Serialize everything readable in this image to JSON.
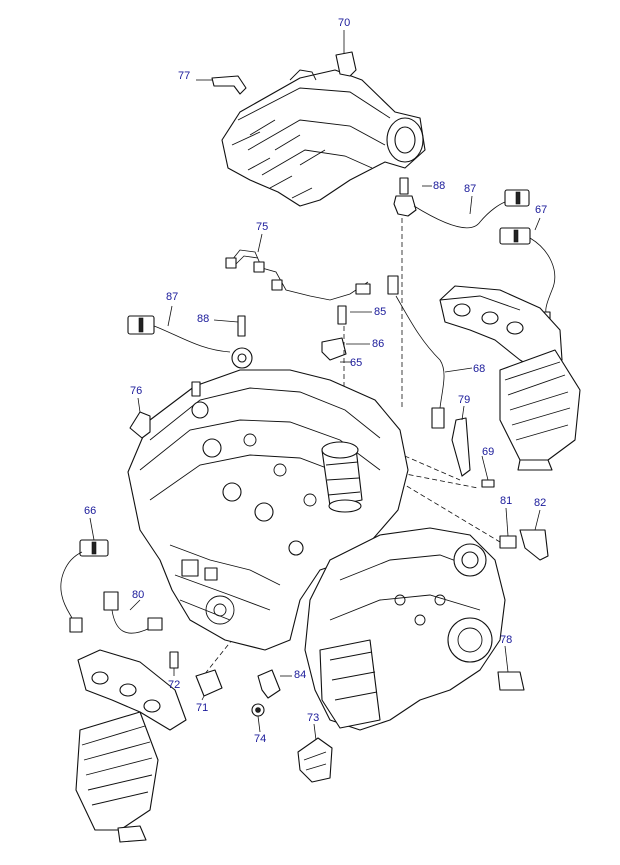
{
  "callouts": [
    {
      "id": "c70",
      "label": "70"
    },
    {
      "id": "c77",
      "label": "77"
    },
    {
      "id": "c88a",
      "label": "88"
    },
    {
      "id": "c87a",
      "label": "87"
    },
    {
      "id": "c67",
      "label": "67"
    },
    {
      "id": "c75",
      "label": "75"
    },
    {
      "id": "c87b",
      "label": "87"
    },
    {
      "id": "c88b",
      "label": "88"
    },
    {
      "id": "c85",
      "label": "85"
    },
    {
      "id": "c86",
      "label": "86"
    },
    {
      "id": "c65",
      "label": "65"
    },
    {
      "id": "c68",
      "label": "68"
    },
    {
      "id": "c76",
      "label": "76"
    },
    {
      "id": "c79",
      "label": "79"
    },
    {
      "id": "c69",
      "label": "69"
    },
    {
      "id": "c81",
      "label": "81"
    },
    {
      "id": "c82",
      "label": "82"
    },
    {
      "id": "c66",
      "label": "66"
    },
    {
      "id": "c80",
      "label": "80"
    },
    {
      "id": "c78",
      "label": "78"
    },
    {
      "id": "c72",
      "label": "72"
    },
    {
      "id": "c71",
      "label": "71"
    },
    {
      "id": "c84",
      "label": "84"
    },
    {
      "id": "c73",
      "label": "73"
    },
    {
      "id": "c74",
      "label": "74"
    }
  ]
}
